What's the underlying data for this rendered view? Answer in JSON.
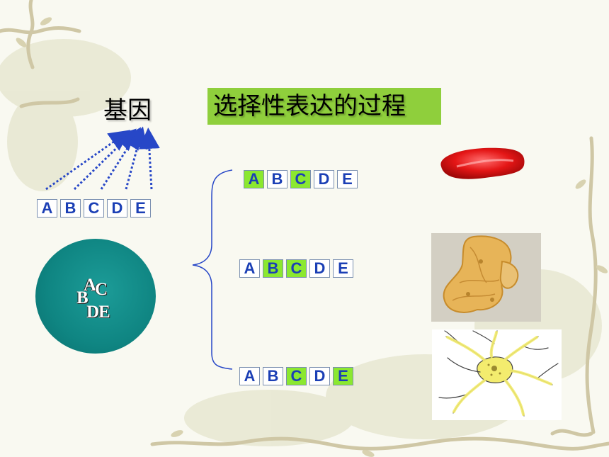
{
  "title_left": "基因",
  "title_right": "选择性表达的过程",
  "gene_row": [
    "A",
    "B",
    "C",
    "D",
    "E"
  ],
  "cell_rows": [
    {
      "letters": [
        "A",
        "B",
        "C",
        "D",
        "E"
      ],
      "highlight": [
        "A",
        "C"
      ]
    },
    {
      "letters": [
        "A",
        "B",
        "C",
        "D",
        "E"
      ],
      "highlight": [
        "B",
        "C"
      ]
    },
    {
      "letters": [
        "A",
        "B",
        "C",
        "D",
        "E"
      ],
      "highlight": [
        "C",
        "E"
      ]
    }
  ],
  "nucleus_letters": [
    "A",
    "C",
    "B",
    "DE"
  ],
  "colors": {
    "highlight": "#8be82f",
    "letters": "#1b3fb5",
    "nucleus": "#0f8582",
    "title_bg": "#8fcf3c",
    "arrow": "#2747c7"
  },
  "images": [
    "red-blood-cell",
    "epithelial-cells",
    "neuron"
  ]
}
